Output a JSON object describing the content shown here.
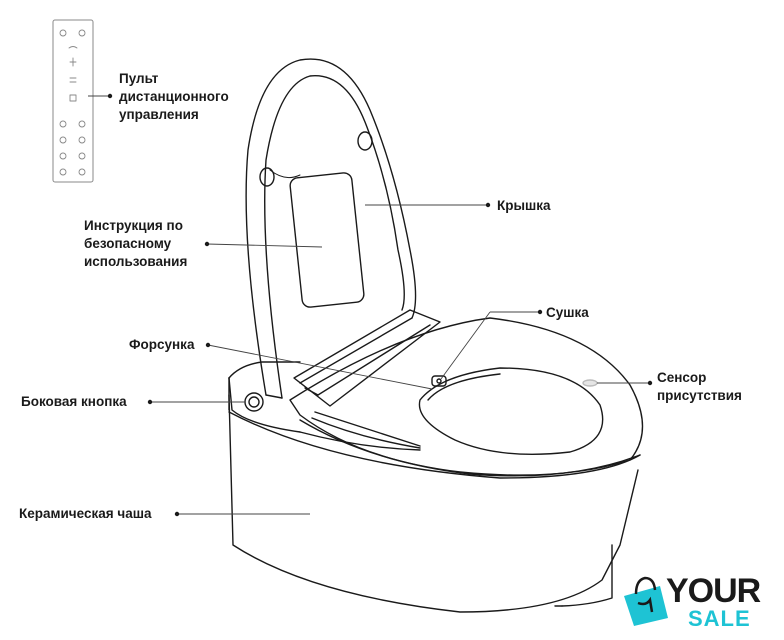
{
  "labels": {
    "remote": [
      "Пульт",
      "дистанционного",
      "управления"
    ],
    "lid": "Крышка",
    "instruction": [
      "Инструкция по",
      "безопасному",
      "использования"
    ],
    "dryer": "Сушка",
    "nozzle": "Форсунка",
    "sensor": [
      "Сенсор",
      "присутствия"
    ],
    "side_button": "Боковая кнопка",
    "bowl": "Керамическая чаша"
  },
  "logo": {
    "word1": "YOUR",
    "word2": "SALE",
    "primary_color": "#1a1a1a",
    "accent_color": "#1ec3d4"
  },
  "colors": {
    "line": "#1a1a1a",
    "leader": "#444444"
  }
}
